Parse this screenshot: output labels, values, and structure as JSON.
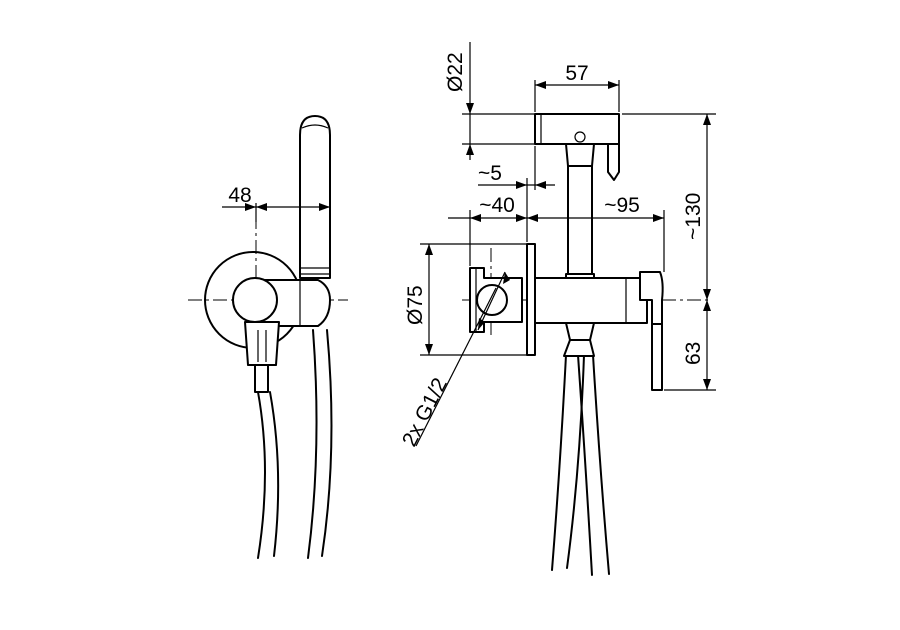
{
  "dimensions": {
    "side_width": "48",
    "tube_diameter": "Ø22",
    "head_width": "57",
    "offset_small": "~5",
    "wall_to_center": "~40",
    "center_to_front": "~95",
    "height_top": "~130",
    "plate_diameter": "Ø75",
    "height_bottom": "63",
    "thread": "2x G1/2"
  }
}
